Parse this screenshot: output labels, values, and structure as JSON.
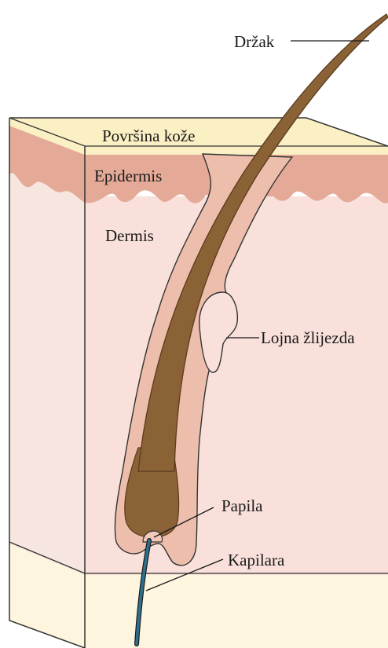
{
  "labels": {
    "shaft": "Držak",
    "surface": "Površina kože",
    "epidermis": "Epidermis",
    "dermis": "Dermis",
    "sebaceous_gland": "Lojna žlijezda",
    "papilla": "Papila",
    "capillary": "Kapilara"
  },
  "colors": {
    "surface": "#fbefc4",
    "epidermis": "#e4aa97",
    "dermis_front": "#f9e0da",
    "dermis_side": "#f7e6e0",
    "hypodermis": "#fdf5de",
    "follicle": "#edbeac",
    "hair": "#8a6236",
    "hair_dark": "#5a3b1c",
    "capillary": "#2e6f8e"
  }
}
